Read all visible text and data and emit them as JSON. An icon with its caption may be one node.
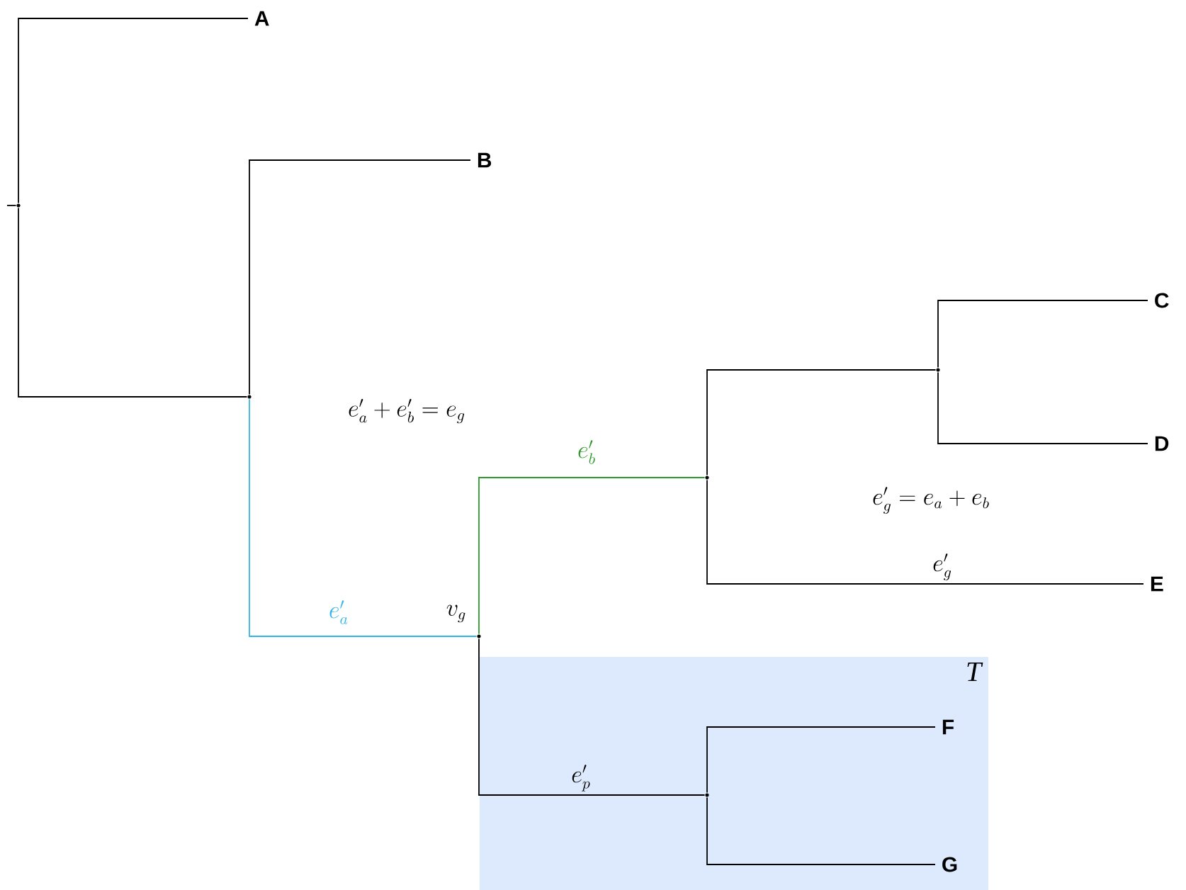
{
  "diagram": {
    "nodes": [
      {
        "text": [],
        "shape": "point"
      },
      {
        "text": [
          "A"
        ]
      },
      {
        "text": [],
        "shape": "point"
      },
      {
        "text": [
          "B"
        ]
      },
      {
        "text": [],
        "shape": "point"
      },
      {
        "text": [
          "C"
        ]
      },
      {
        "text": [
          "D"
        ]
      },
      {
        "text": [],
        "shape": "point"
      },
      {
        "text": [
          "E"
        ]
      },
      {
        "text": [],
        "shape": "point",
        "beside": [
          "v_g"
        ]
      },
      {
        "text": [
          "T"
        ]
      },
      {
        "text": [],
        "shape": "point",
        "in": 10
      },
      {
        "text": [
          "F"
        ],
        "in": 10
      },
      {
        "text": [
          "G"
        ],
        "in": 10
      }
    ],
    "edges": [
      {
        "from": null,
        "to": 0,
        "arrow": "none"
      },
      {
        "from": 0,
        "to": 1,
        "arrow": "none"
      },
      {
        "from": 0,
        "to": 2,
        "arrow": "none"
      },
      {
        "from": 2,
        "to": 3,
        "arrow": "none"
      },
      {
        "from": 2,
        "to": 9,
        "arrow": "none",
        "label": "e'_a",
        "color": "#33b5e8"
      },
      {
        "from": 9,
        "to": 7,
        "arrow": "none",
        "label": "e'_b",
        "color": "#2e9a2e"
      },
      {
        "from": 7,
        "to": 4,
        "arrow": "none"
      },
      {
        "from": 4,
        "to": 5,
        "arrow": "none"
      },
      {
        "from": 4,
        "to": 6,
        "arrow": "none"
      },
      {
        "from": 7,
        "to": 8,
        "arrow": "none",
        "label": "e'_g"
      },
      {
        "from": 9,
        "to": 11,
        "arrow": "none",
        "label": "e'_p"
      },
      {
        "from": 11,
        "to": 12,
        "arrow": "none"
      },
      {
        "from": 11,
        "to": 13,
        "arrow": "none"
      }
    ],
    "labels": [
      "e'_a + e'_b = e_g",
      "e'_g = e_a + e_b"
    ]
  }
}
